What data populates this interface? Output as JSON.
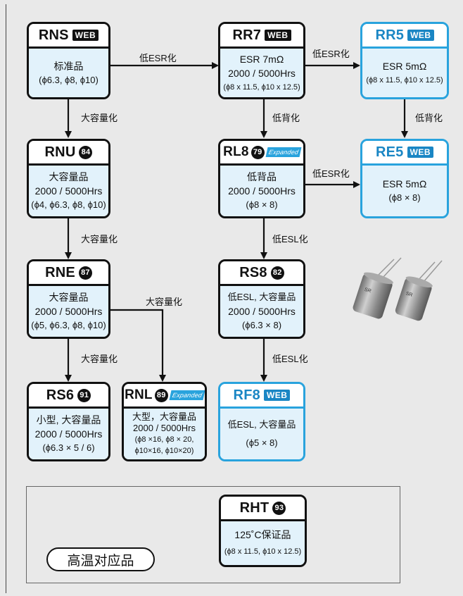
{
  "nodes": {
    "rns": {
      "name": "RNS",
      "badge": "WEB",
      "line1": "标准品",
      "line2": "(ϕ6.3, ϕ8, ϕ10)"
    },
    "rr7": {
      "name": "RR7",
      "badge": "WEB",
      "line1": "ESR  7mΩ",
      "line2": "2000 / 5000Hrs",
      "line3": "(ϕ8 x 11.5, ϕ10 x 12.5)"
    },
    "rr5": {
      "name": "RR5",
      "badge": "WEB",
      "line1": "ESR  5mΩ",
      "line2": "(ϕ8 x 11.5, ϕ10 x 12.5)"
    },
    "rnu": {
      "name": "RNU",
      "page": "84",
      "line1": "大容量品",
      "line2": "2000 / 5000Hrs",
      "line3": "(ϕ4, ϕ6.3, ϕ8, ϕ10)"
    },
    "rl8": {
      "name": "RL8",
      "page": "79",
      "tag": "Expanded",
      "line1": "低背品",
      "line2": "2000 / 5000Hrs",
      "line3": "(ϕ8 × 8)"
    },
    "re5": {
      "name": "RE5",
      "badge": "WEB",
      "line1": "ESR  5mΩ",
      "line2": "(ϕ8 × 8)"
    },
    "rne": {
      "name": "RNE",
      "page": "87",
      "line1": "大容量品",
      "line2": "2000 / 5000Hrs",
      "line3": "(ϕ5, ϕ6.3, ϕ8, ϕ10)"
    },
    "rs8": {
      "name": "RS8",
      "page": "82",
      "line1": "低ESL, 大容量品",
      "line2": "2000 / 5000Hrs",
      "line3": "(ϕ6.3 × 8)"
    },
    "rs6": {
      "name": "RS6",
      "page": "91",
      "line1": "小型, 大容量品",
      "line2": "2000 / 5000Hrs",
      "line3": "(ϕ6.3 × 5 / 6)"
    },
    "rnl": {
      "name": "RNL",
      "page": "89",
      "tag": "Expanded",
      "line1": "大型，大容量品",
      "line2": "2000 / 5000Hrs",
      "line3": "(ϕ8 ×16, ϕ8 × 20,",
      "line4": "ϕ10×16, ϕ10×20)"
    },
    "rf8": {
      "name": "RF8",
      "badge": "WEB",
      "line1": "低ESL, 大容量品",
      "line2": "(ϕ5 × 8)"
    },
    "rht": {
      "name": "RHT",
      "page": "93",
      "line1": "125˚C保证品",
      "line2": "(ϕ8 x 11.5, ϕ10 x 12.5)"
    }
  },
  "edges": {
    "rns_rr7": "低ESR化",
    "rr7_rr5": "低ESR化",
    "rns_rnu": "大容量化",
    "rr7_rl8": "低背化",
    "rr5_re5": "低背化",
    "rl8_re5": "低ESR化",
    "rnu_rne": "大容量化",
    "rl8_rs8": "低ESL化",
    "rne_rnl": "大容量化",
    "rne_rs6": "大容量化",
    "rs8_rf8": "低ESL化"
  },
  "section_label": "高温对应品",
  "photo_caption_marks": [
    "SR",
    "SR"
  ],
  "colors": {
    "border_black": "#111111",
    "border_blue": "#29a3dd",
    "body_fill": "#e2f2fb",
    "background": "#e9e9e9"
  }
}
